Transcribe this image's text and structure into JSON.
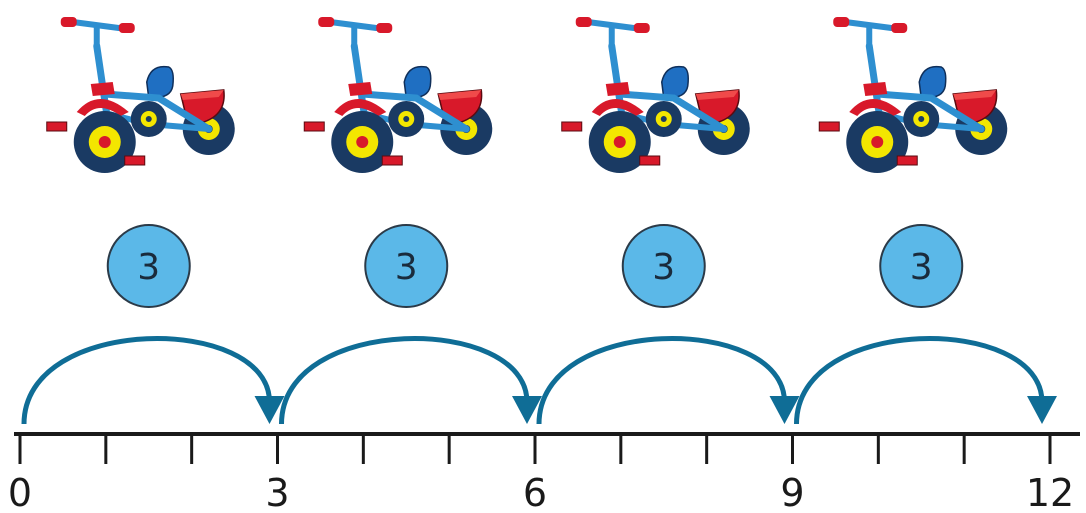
{
  "diagram": {
    "groups": [
      {
        "image": "tricycle",
        "badge": "3"
      },
      {
        "image": "tricycle",
        "badge": "3"
      },
      {
        "image": "tricycle",
        "badge": "3"
      },
      {
        "image": "tricycle",
        "badge": "3"
      }
    ],
    "number_line": {
      "start": 0,
      "end": 12,
      "minor_step": 1,
      "labels": [
        {
          "value": 0,
          "text": "0"
        },
        {
          "value": 3,
          "text": "3"
        },
        {
          "value": 6,
          "text": "6"
        },
        {
          "value": 9,
          "text": "9"
        },
        {
          "value": 12,
          "text": "12"
        }
      ],
      "jumps": [
        {
          "from": 0,
          "to": 3
        },
        {
          "from": 3,
          "to": 6
        },
        {
          "from": 6,
          "to": 9
        },
        {
          "from": 9,
          "to": 12
        }
      ]
    },
    "colors": {
      "badge_fill": "#5bb8e8",
      "badge_stroke": "#2b3a48",
      "arc": "#0f6d96",
      "line": "#1a1a1a",
      "frame_blue": "#2e8fd0",
      "frame_red": "#d8192a",
      "tire": "#1a3a63",
      "hub": "#f3e600"
    }
  }
}
